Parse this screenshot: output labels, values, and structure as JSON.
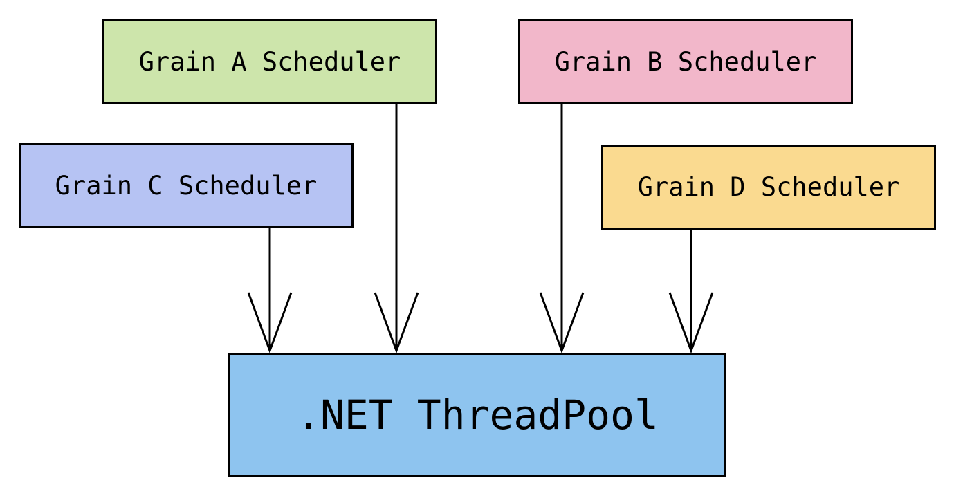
{
  "diagram": {
    "background_color": "#ffffff",
    "stroke_color": "#000000",
    "text_color": "#000000",
    "nodes": [
      {
        "id": "grain-a-scheduler",
        "label": "Grain A Scheduler",
        "fill": "#cde5ab"
      },
      {
        "id": "grain-b-scheduler",
        "label": "Grain B Scheduler",
        "fill": "#f2b7ca"
      },
      {
        "id": "grain-c-scheduler",
        "label": "Grain C Scheduler",
        "fill": "#b6c3f3"
      },
      {
        "id": "grain-d-scheduler",
        "label": "Grain D Scheduler",
        "fill": "#fada90"
      },
      {
        "id": "dotnet-threadpool",
        "label": ".NET ThreadPool",
        "fill": "#8ec4ef"
      }
    ],
    "edges": [
      {
        "from": "grain-c-scheduler",
        "to": "dotnet-threadpool",
        "arrow_style": "open-v"
      },
      {
        "from": "grain-a-scheduler",
        "to": "dotnet-threadpool",
        "arrow_style": "open-v"
      },
      {
        "from": "grain-b-scheduler",
        "to": "dotnet-threadpool",
        "arrow_style": "open-v"
      },
      {
        "from": "grain-d-scheduler",
        "to": "dotnet-threadpool",
        "arrow_style": "open-v"
      }
    ]
  }
}
